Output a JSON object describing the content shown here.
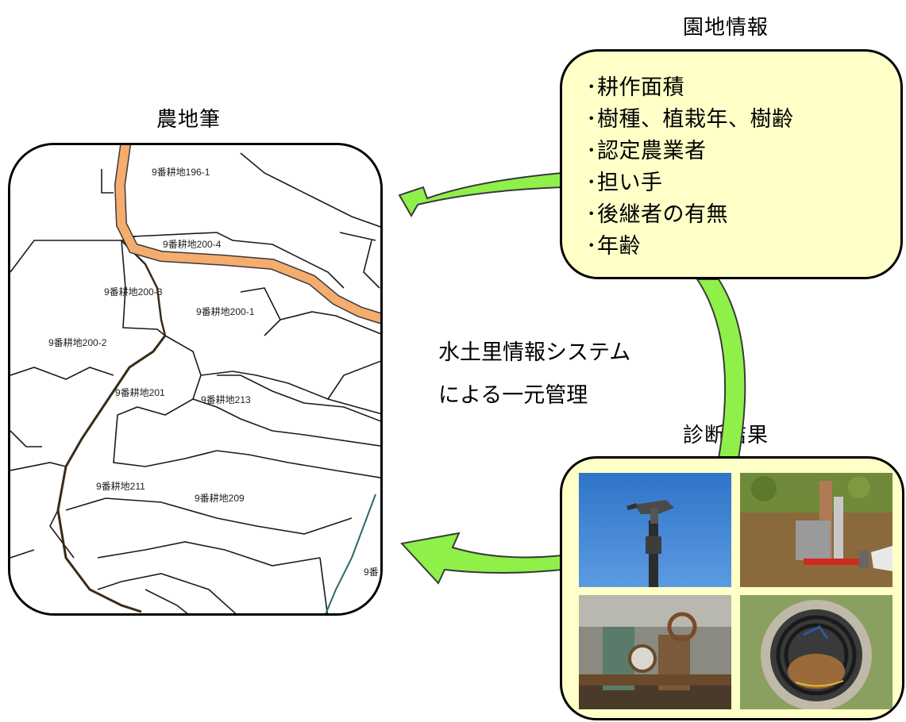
{
  "map": {
    "title": "農地筆",
    "parcels": [
      "9番耕地196-1",
      "9番耕地200-4",
      "9番耕地200-3",
      "9番耕地200-1",
      "9番耕地200-2",
      "9番耕地201",
      "9番耕地213",
      "9番耕地211",
      "9番耕地209",
      "9番"
    ],
    "road_color": "#f5ad6e"
  },
  "info": {
    "title": "園地情報",
    "items": [
      "･耕作面積",
      "･樹種、植栽年、樹齢",
      "･認定農業者",
      "･担い手",
      "･後継者の有無",
      "･年齢"
    ],
    "bg_color": "#ffffc8"
  },
  "diagnosis": {
    "title": "診断結果",
    "photos": [
      {
        "name": "sprinkler-photo"
      },
      {
        "name": "hammer-inspection-photo"
      },
      {
        "name": "pressure-valve-photo"
      },
      {
        "name": "manhole-pipe-photo"
      }
    ]
  },
  "center": {
    "line1": "水土里情報システム",
    "line2": "による一元管理"
  },
  "arrow_color": "#8ff04a"
}
